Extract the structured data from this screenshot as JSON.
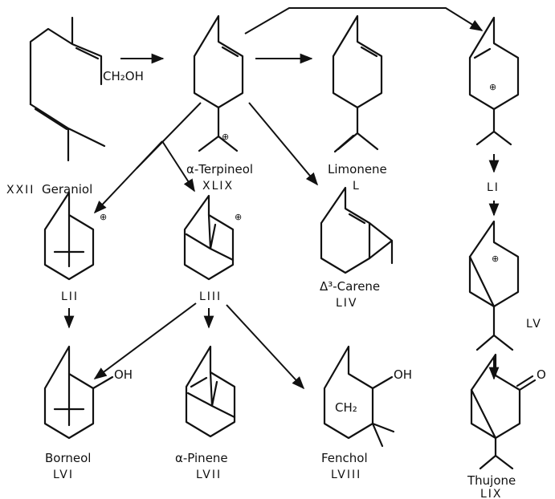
{
  "labels": {
    "xxii": "XXII",
    "geraniol": "Geraniol",
    "ch2oh": "CH₂OH",
    "terpineol": "α-Terpineol",
    "xlix": "XLIX",
    "limonene": "Limonene",
    "l": "L",
    "li": "LI",
    "lii": "LII",
    "liii": "LIII",
    "carene": "Δ³-Carene",
    "liv": "LIV",
    "lv": "LV",
    "borneol": "Borneol",
    "lvi": "LVI",
    "pinene": "α-Pinene",
    "lvii": "LVII",
    "fenchol": "Fenchol",
    "lviii": "LVIII",
    "ch2": "CH₂",
    "thujone": "Thujone",
    "lix": "LIX",
    "oh1": "OH",
    "oh2": "OH",
    "o": "O",
    "plus": "⊕"
  }
}
